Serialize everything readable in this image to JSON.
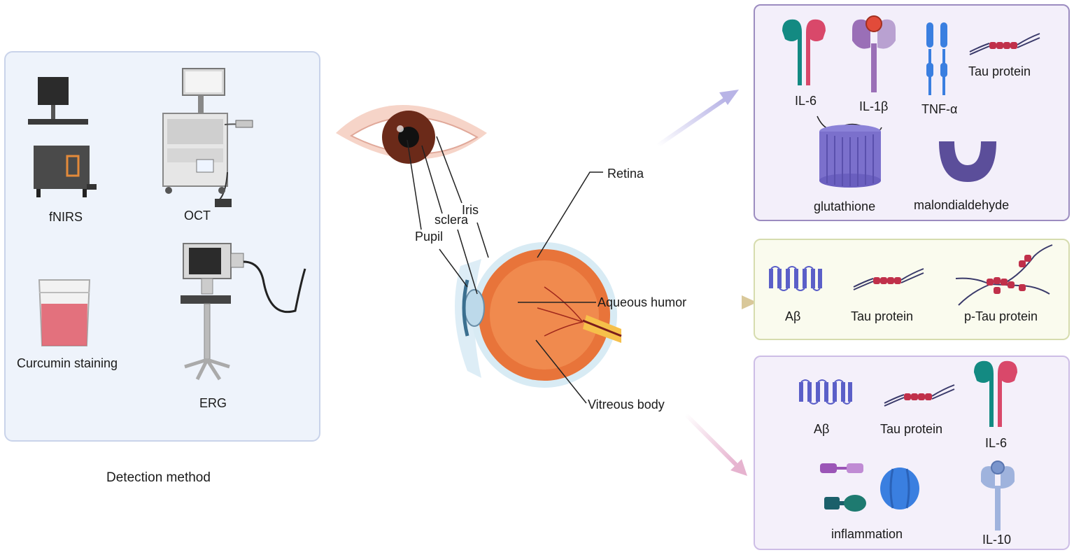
{
  "detection": {
    "caption": "Detection method",
    "items": {
      "fnirs": "fNIRS",
      "oct": "OCT",
      "curcumin": "Curcumin staining",
      "erg": "ERG"
    }
  },
  "eye_labels": {
    "pupil": "Pupil",
    "sclera": "sclera",
    "iris": "Iris",
    "retina": "Retina",
    "aqueous": "Aqueous humor",
    "vitreous": "Vitreous body"
  },
  "retina_panel": {
    "il6": "IL-6",
    "il1b": "IL-1β",
    "tnfa": "TNF-α",
    "tau": "Tau protein",
    "glutathione": "glutathione",
    "mda": "malondialdehyde"
  },
  "aqueous_panel": {
    "abeta": "Aβ",
    "tau": "Tau protein",
    "ptau": "p-Tau protein"
  },
  "vitreous_panel": {
    "abeta": "Aβ",
    "tau": "Tau protein",
    "il6": "IL-6",
    "inflammation": "inflammation",
    "il10": "IL-10"
  },
  "colors": {
    "detection_panel": "#eef3fb",
    "retina_panel": "#f3effa",
    "aqueous_panel": "#fafbee",
    "vitreous_panel": "#f4f0fa",
    "arrow_retina": "#b8b4e6",
    "arrow_aqueous": "#d9c89a",
    "arrow_vitreous": "#e6b3cf"
  }
}
